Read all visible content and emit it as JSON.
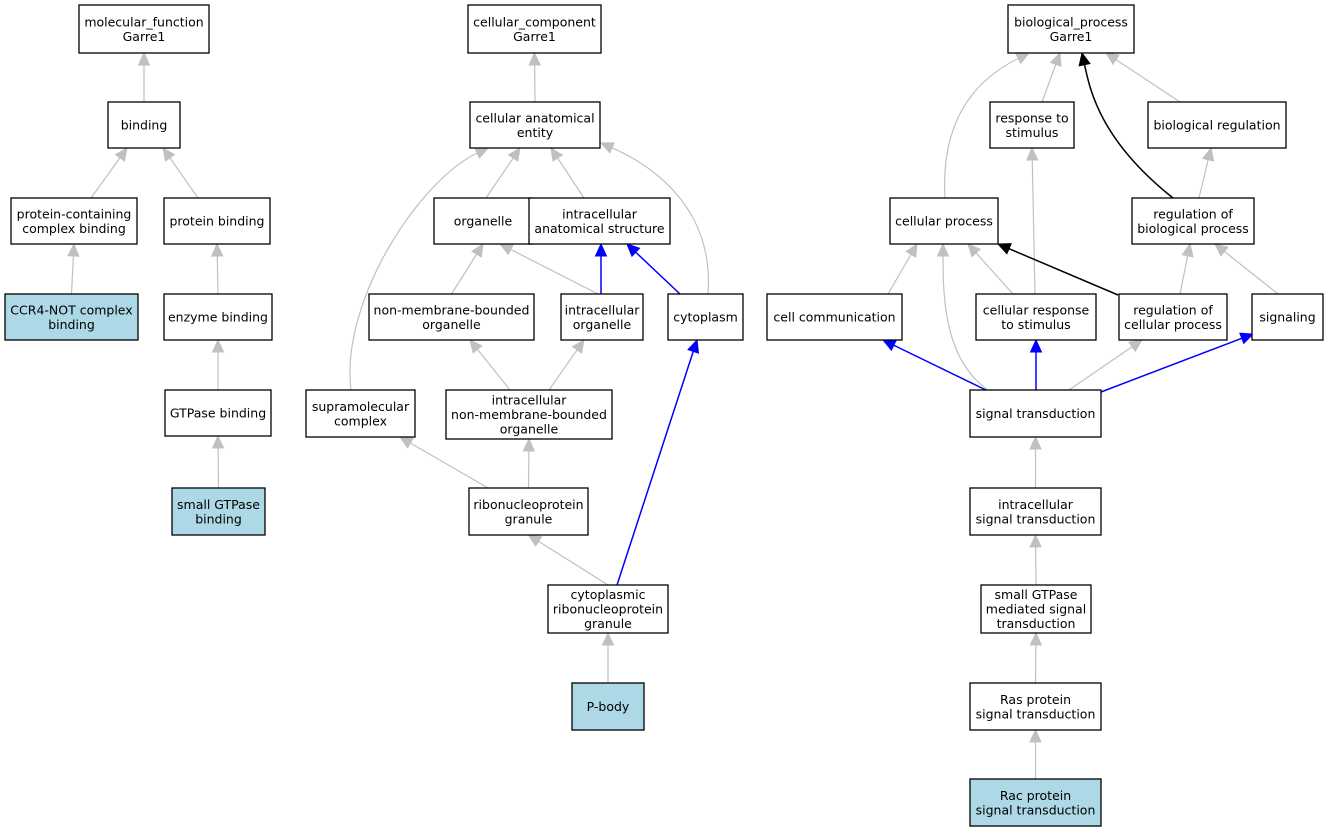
{
  "colors": {
    "node_fill": "#ffffff",
    "highlight_fill": "#add8e6",
    "edge_gray": "#c0c0c0",
    "edge_blue": "#0000ff",
    "edge_black": "#000000"
  },
  "nodes": {
    "mf_root": {
      "lines": [
        "molecular_function",
        "Garre1"
      ]
    },
    "binding": {
      "lines": [
        "binding"
      ]
    },
    "pcb": {
      "lines": [
        "protein-containing",
        "complex binding"
      ]
    },
    "pb": {
      "lines": [
        "protein binding"
      ]
    },
    "ccr4": {
      "lines": [
        "CCR4-NOT complex",
        "binding"
      ],
      "highlight": true
    },
    "eb": {
      "lines": [
        "enzyme binding"
      ]
    },
    "gtpb": {
      "lines": [
        "GTPase binding"
      ]
    },
    "sgtpb": {
      "lines": [
        "small GTPase",
        "binding"
      ],
      "highlight": true
    },
    "cc_root": {
      "lines": [
        "cellular_component",
        "Garre1"
      ]
    },
    "cae": {
      "lines": [
        "cellular anatomical",
        "entity"
      ]
    },
    "org": {
      "lines": [
        "organelle"
      ]
    },
    "ias": {
      "lines": [
        "intracellular",
        "anatomical structure"
      ]
    },
    "nmbo": {
      "lines": [
        "non-membrane-bounded",
        "organelle"
      ]
    },
    "io": {
      "lines": [
        "intracellular",
        "organelle"
      ]
    },
    "cyto": {
      "lines": [
        "cytoplasm"
      ]
    },
    "smc": {
      "lines": [
        "supramolecular",
        "complex"
      ]
    },
    "inmbo": {
      "lines": [
        "intracellular",
        "non-membrane-bounded",
        "organelle"
      ]
    },
    "rnpg": {
      "lines": [
        "ribonucleoprotein",
        "granule"
      ]
    },
    "crnpg": {
      "lines": [
        "cytoplasmic",
        "ribonucleoprotein",
        "granule"
      ]
    },
    "pbody": {
      "lines": [
        "P-body"
      ],
      "highlight": true
    },
    "bp_root": {
      "lines": [
        "biological_process",
        "Garre1"
      ]
    },
    "rts": {
      "lines": [
        "response to",
        "stimulus"
      ]
    },
    "breg": {
      "lines": [
        "biological regulation"
      ]
    },
    "cp": {
      "lines": [
        "cellular process"
      ]
    },
    "rbp": {
      "lines": [
        "regulation of",
        "biological process"
      ]
    },
    "cc_comm": {
      "lines": [
        "cell communication"
      ]
    },
    "crs": {
      "lines": [
        "cellular response",
        "to stimulus"
      ]
    },
    "rcp": {
      "lines": [
        "regulation of",
        "cellular process"
      ]
    },
    "sig": {
      "lines": [
        "signaling"
      ]
    },
    "st": {
      "lines": [
        "signal transduction"
      ]
    },
    "ist": {
      "lines": [
        "intracellular",
        "signal transduction"
      ]
    },
    "sgmst": {
      "lines": [
        "small GTPase",
        "mediated signal",
        "transduction"
      ]
    },
    "ras": {
      "lines": [
        "Ras protein",
        "signal transduction"
      ]
    },
    "rac": {
      "lines": [
        "Rac protein",
        "signal transduction"
      ],
      "highlight": true
    }
  },
  "edges": [
    {
      "from": "binding",
      "to": "mf_root",
      "kind": "gray"
    },
    {
      "from": "pcb",
      "to": "binding",
      "kind": "gray"
    },
    {
      "from": "pb",
      "to": "binding",
      "kind": "gray"
    },
    {
      "from": "ccr4",
      "to": "pcb",
      "kind": "gray"
    },
    {
      "from": "eb",
      "to": "pb",
      "kind": "gray"
    },
    {
      "from": "gtpb",
      "to": "eb",
      "kind": "gray"
    },
    {
      "from": "sgtpb",
      "to": "gtpb",
      "kind": "gray"
    },
    {
      "from": "cae",
      "to": "cc_root",
      "kind": "gray"
    },
    {
      "from": "org",
      "to": "cae",
      "kind": "gray"
    },
    {
      "from": "ias",
      "to": "cae",
      "kind": "gray"
    },
    {
      "from": "cyto",
      "to": "cae",
      "kind": "gray"
    },
    {
      "from": "smc",
      "to": "cae",
      "kind": "gray"
    },
    {
      "from": "nmbo",
      "to": "org",
      "kind": "gray"
    },
    {
      "from": "io",
      "to": "org",
      "kind": "gray"
    },
    {
      "from": "io",
      "to": "ias",
      "kind": "blue"
    },
    {
      "from": "cyto",
      "to": "ias",
      "kind": "blue"
    },
    {
      "from": "inmbo",
      "to": "nmbo",
      "kind": "gray"
    },
    {
      "from": "inmbo",
      "to": "io",
      "kind": "gray"
    },
    {
      "from": "rnpg",
      "to": "smc",
      "kind": "gray"
    },
    {
      "from": "rnpg",
      "to": "inmbo",
      "kind": "gray"
    },
    {
      "from": "crnpg",
      "to": "rnpg",
      "kind": "gray"
    },
    {
      "from": "crnpg",
      "to": "cyto",
      "kind": "blue"
    },
    {
      "from": "pbody",
      "to": "crnpg",
      "kind": "gray"
    },
    {
      "from": "cp",
      "to": "bp_root",
      "kind": "gray"
    },
    {
      "from": "rts",
      "to": "bp_root",
      "kind": "gray"
    },
    {
      "from": "breg",
      "to": "bp_root",
      "kind": "gray"
    },
    {
      "from": "rbp",
      "to": "bp_root",
      "kind": "black"
    },
    {
      "from": "rbp",
      "to": "breg",
      "kind": "gray"
    },
    {
      "from": "cc_comm",
      "to": "cp",
      "kind": "gray"
    },
    {
      "from": "crs",
      "to": "cp",
      "kind": "gray"
    },
    {
      "from": "crs",
      "to": "rts",
      "kind": "gray"
    },
    {
      "from": "rcp",
      "to": "cp",
      "kind": "black"
    },
    {
      "from": "rcp",
      "to": "rbp",
      "kind": "gray"
    },
    {
      "from": "sig",
      "to": "rbp",
      "kind": "gray"
    },
    {
      "from": "st",
      "to": "cc_comm",
      "kind": "blue"
    },
    {
      "from": "st",
      "to": "crs",
      "kind": "blue"
    },
    {
      "from": "st",
      "to": "sig",
      "kind": "blue"
    },
    {
      "from": "st",
      "to": "rcp",
      "kind": "gray"
    },
    {
      "from": "st",
      "to": "cp",
      "kind": "gray"
    },
    {
      "from": "ist",
      "to": "st",
      "kind": "gray"
    },
    {
      "from": "sgmst",
      "to": "ist",
      "kind": "gray"
    },
    {
      "from": "ras",
      "to": "sgmst",
      "kind": "gray"
    },
    {
      "from": "rac",
      "to": "ras",
      "kind": "gray"
    }
  ]
}
